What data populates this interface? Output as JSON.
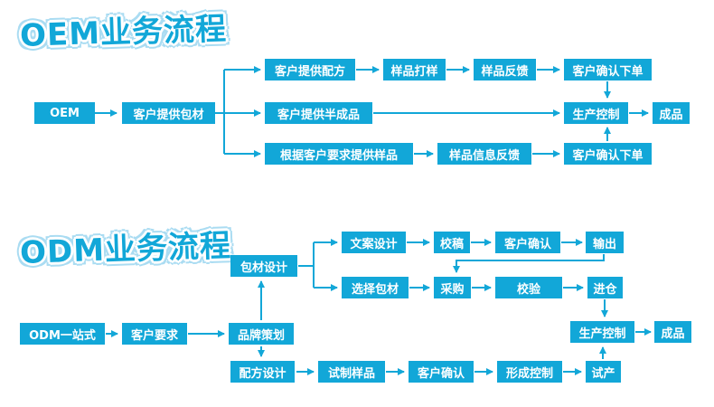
{
  "colors": {
    "accent": "#12a7d8",
    "box_text": "#ffffff",
    "title_outline": "#aadcf2"
  },
  "oem": {
    "title": "OEM业务流程",
    "nodes": {
      "start": "OEM",
      "provide_packaging": "客户提供包材",
      "provide_formula": "客户提供配方",
      "sample_making": "样品打样",
      "sample_feedback": "样品反馈",
      "confirm_order_top": "客户确认下单",
      "provide_semi_finished": "客户提供半成品",
      "production_control": "生产控制",
      "finished_product": "成品",
      "provide_sample_on_request": "根据客户要求提供样品",
      "sample_info_feedback": "样品信息反馈",
      "confirm_order_bottom": "客户确认下单"
    }
  },
  "odm": {
    "title": "ODM业务流程",
    "nodes": {
      "start": "ODM一站式",
      "customer_requirement": "客户要求",
      "brand_planning": "品牌策划",
      "packaging_design": "包材设计",
      "copy_design": "文案设计",
      "proofreading": "校稿",
      "customer_confirm_copy": "客户确认",
      "output": "输出",
      "select_packaging": "选择包材",
      "purchase": "采购",
      "verification": "校验",
      "warehouse_in": "进仓",
      "production_control": "生产控制",
      "finished_product": "成品",
      "formula_design": "配方设计",
      "trial_sample": "试制样品",
      "customer_confirm_sample": "客户确认",
      "forming_control": "形成控制",
      "trial_production": "试产"
    }
  }
}
